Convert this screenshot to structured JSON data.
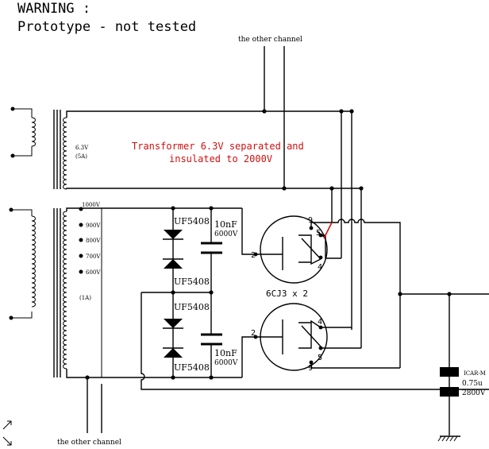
{
  "warning": {
    "line1": "WARNING :",
    "line2": "Prototype - not tested"
  },
  "labels": {
    "other_channel_top": "the other channel",
    "other_channel_bottom": "the other channel",
    "transformer_note_line1": "Transformer 6.3V separated and",
    "transformer_note_line2": "insulated to 2000V",
    "heater_voltage": "6.3V",
    "heater_current": "(5A)",
    "hv_current": "(1A)",
    "tube_type": "6CJ3 x 2",
    "cap_top_value": "10nF",
    "cap_top_rating": "6000V",
    "cap_bottom_value": "10nF",
    "cap_bottom_rating": "6000V",
    "diode_1": "UF5408",
    "diode_2": "UF5408",
    "diode_3": "UF5408",
    "diode_4": "UF5408",
    "output_cap_name": "ICAR-M",
    "output_cap_value": "0.75u",
    "output_cap_rating": "2800V"
  },
  "taps": [
    "1000V",
    "900V",
    "800V",
    "700V",
    "600V"
  ],
  "tube_pins": {
    "top_9": "9",
    "top_5": "5",
    "top_2": "2",
    "top_4": "4",
    "bot_4": "4",
    "bot_2": "2",
    "bot_5": "5",
    "bot_9": "9"
  },
  "colors": {
    "note_text": "#d01010",
    "wire": "#000000",
    "highlight_wire": "#d01010"
  }
}
